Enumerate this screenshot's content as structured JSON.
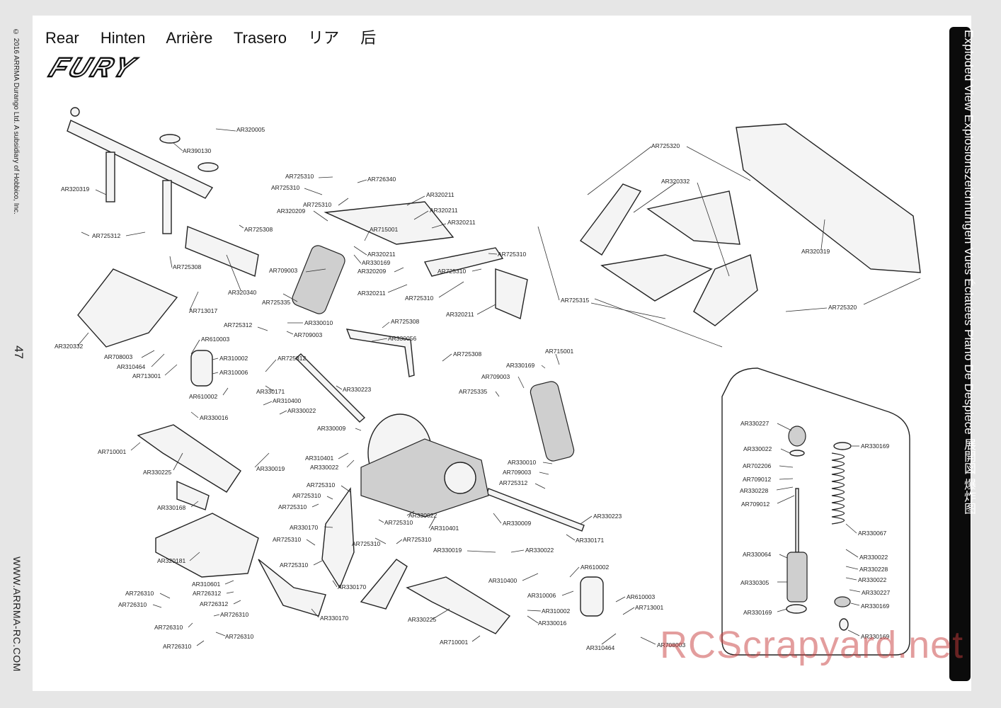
{
  "title_languages": [
    "Rear",
    "Hinten",
    "Arrière",
    "Trasero",
    "リア",
    "后"
  ],
  "logo_text": "FURY",
  "side_title": "Exploded View  Explosionszeichnungen  Vues Éclatées  Plano De Despiece  展開図  爆炸图",
  "copyright": "© 2016 ARRMA Durango Ltd. A subsidiary of Hobbico, Inc.",
  "page_number": "47",
  "website": "WWW.ARRMA-RC.COM",
  "watermark": "RCScrapyard.net",
  "labels": {
    "l1": "AR320005",
    "l2": "AR390130",
    "l3": "AR320319",
    "l4": "AR725312",
    "l5": "AR725308",
    "l6": "AR725308",
    "l7": "AR713017",
    "l8": "AR320332",
    "l9": "AR320340",
    "l10": "AR725310",
    "l11": "AR726340",
    "l12": "AR725310",
    "l13": "AR725310",
    "l14": "AR320209",
    "l15": "AR320211",
    "l16": "AR320211",
    "l17": "AR320211",
    "l18": "AR715001",
    "l19": "AR320211",
    "l20": "AR330169",
    "l21": "AR320209",
    "l22": "AR320211",
    "l23": "AR709003",
    "l24": "AR725335",
    "l25": "AR725310",
    "l26": "AR725310",
    "l27": "AR725310",
    "l28": "AR320211",
    "l29": "AR725320",
    "l30": "AR320332",
    "l31": "AR320319",
    "l32": "AR725315",
    "l33": "AR725320",
    "l34": "AR725312",
    "l35": "AR330010",
    "l36": "AR709003",
    "l37": "AR725308",
    "l38": "AR330056",
    "l39": "AR610003",
    "l40": "AR708003",
    "l41": "AR310464",
    "l42": "AR713001",
    "l43": "AR310002",
    "l44": "AR310006",
    "l45": "AR725312",
    "l46": "AR610002",
    "l47": "AR330171",
    "l48": "AR310400",
    "l49": "AR330022",
    "l50": "AR330223",
    "l51": "AR725308",
    "l52": "AR715001",
    "l53": "AR330169",
    "l54": "AR709003",
    "l55": "AR725335",
    "l56": "AR330016",
    "l57": "AR330009",
    "l58": "AR710001",
    "l59": "AR330225",
    "l60": "AR330019",
    "l61": "AR310401",
    "l62": "AR330022",
    "l63": "AR330010",
    "l64": "AR709003",
    "l65": "AR725312",
    "l66": "AR725310",
    "l67": "AR725310",
    "l68": "AR725310",
    "l69": "AR330168",
    "l70": "AR330022",
    "l71": "AR725310",
    "l72": "AR330009",
    "l73": "AR330223",
    "l74": "AR330170",
    "l75": "AR310401",
    "l76": "AR725310",
    "l77": "AR725310",
    "l78": "AR330171",
    "l79": "AR320181",
    "l80": "AR725310",
    "l81": "AR330019",
    "l82": "AR330022",
    "l83": "AR725310",
    "l84": "AR610002",
    "l85": "AR310601",
    "l86": "AR310400",
    "l87": "AR726310",
    "l88": "AR726312",
    "l89": "AR330170",
    "l90": "AR726310",
    "l91": "AR726312",
    "l92": "AR310006",
    "l93": "AR610003",
    "l94": "AR726310",
    "l95": "AR330170",
    "l96": "AR330225",
    "l97": "AR310002",
    "l98": "AR713001",
    "l99": "AR726310",
    "l100": "AR330016",
    "l101": "AR726310",
    "l102": "AR726310",
    "l103": "AR710001",
    "l104": "AR310464",
    "l105": "AR708003",
    "l106": "AR330227",
    "l107": "AR330022",
    "l108": "AR702206",
    "l109": "AR709012",
    "l110": "AR330228",
    "l111": "AR709012",
    "l112": "AR330169",
    "l113": "AR330067",
    "l114": "AR330064",
    "l115": "AR330305",
    "l116": "AR330169",
    "l117": "AR330022",
    "l118": "AR330228",
    "l119": "AR330022",
    "l120": "AR330227",
    "l121": "AR330169",
    "l122": "AR330169"
  }
}
